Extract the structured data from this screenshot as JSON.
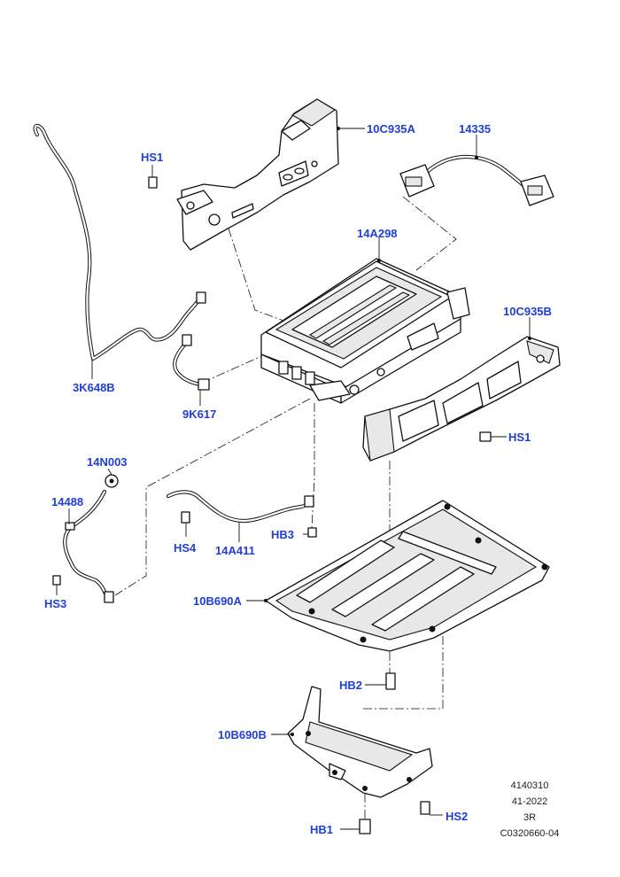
{
  "labels": {
    "hs1_top": "HS1",
    "bracket_a": "10C935A",
    "harness_top": "14335",
    "inverter": "14A298",
    "bracket_b": "10C935B",
    "hs1_right": "HS1",
    "cable_left": "3K648B",
    "sensor": "9K617",
    "clip": "14N003",
    "hose": "14488",
    "hs3": "HS3",
    "hs4": "HS4",
    "cable_mid": "14A411",
    "hb3": "HB3",
    "tray": "10B690A",
    "hb2": "HB2",
    "tray_bracket": "10B690B",
    "hs2": "HS2",
    "hb1": "HB1"
  },
  "reference": {
    "line1": "4140310",
    "line2": "41-2022",
    "line3": "3R",
    "line4": "C0320660-04"
  }
}
